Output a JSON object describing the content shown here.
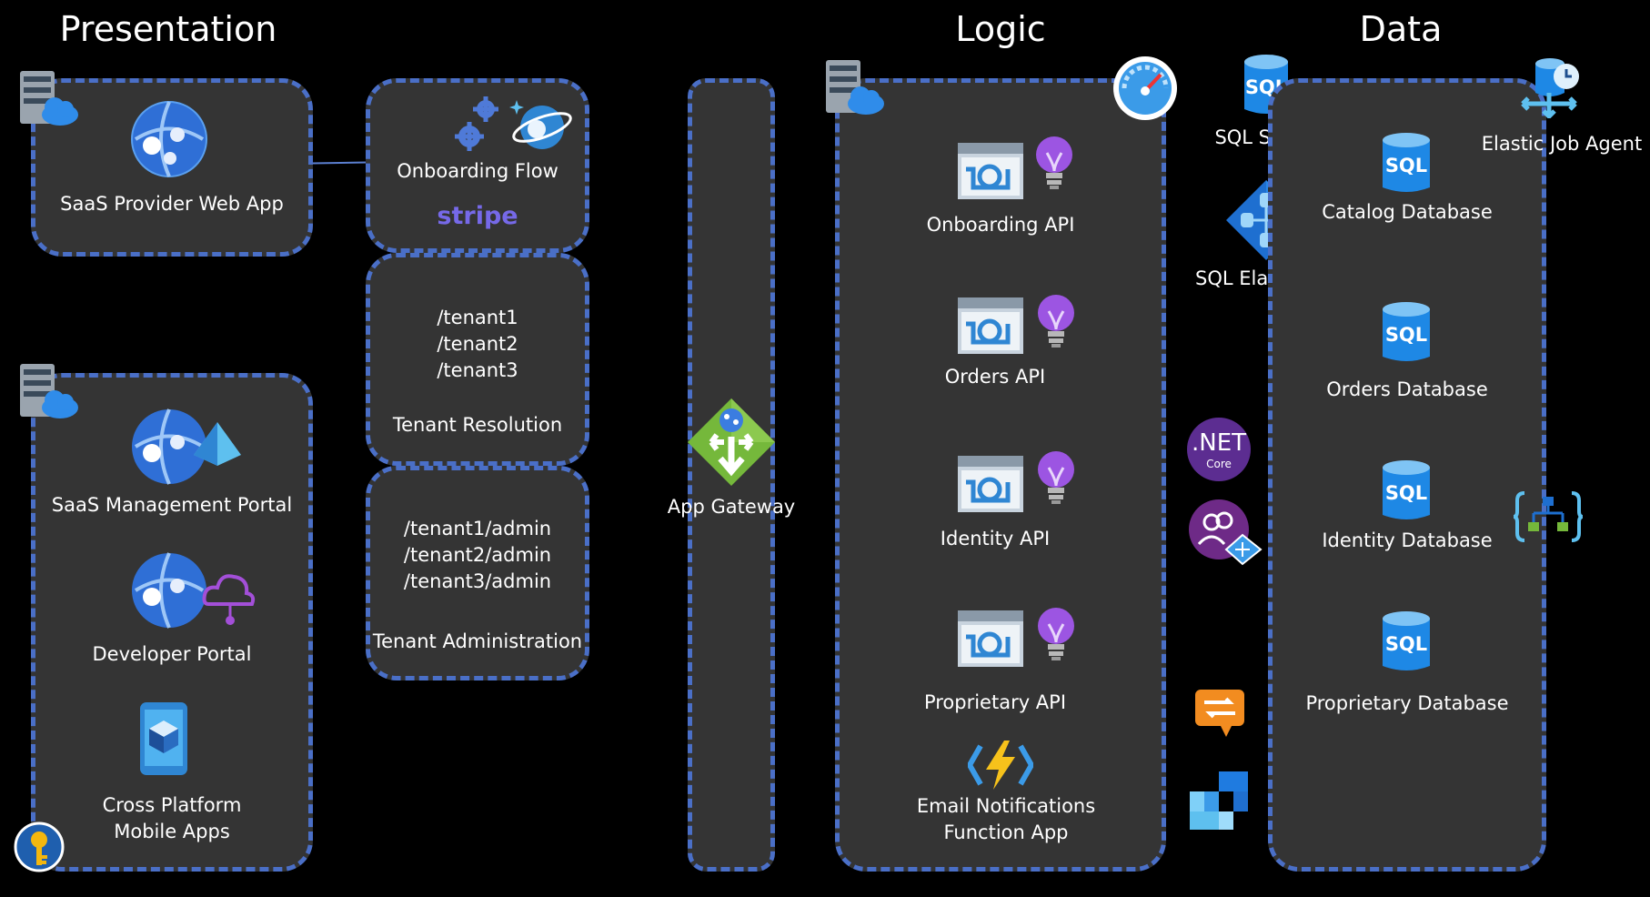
{
  "headers": {
    "presentation": "Presentation",
    "logic": "Logic",
    "data": "Data"
  },
  "presentation": {
    "web_app": "SaaS Provider Web App",
    "management_portal": "SaaS Management Portal",
    "developer_portal": "Developer Portal",
    "mobile_apps_line1": "Cross Platform",
    "mobile_apps_line2": "Mobile Apps"
  },
  "onboarding": {
    "label": "Onboarding Flow",
    "brand": "stripe"
  },
  "tenant_resolution": {
    "paths": [
      "/tenant1",
      "/tenant2",
      "/tenant3"
    ],
    "label": "Tenant Resolution"
  },
  "tenant_admin": {
    "paths": [
      "/tenant1/admin",
      "/tenant2/admin",
      "/tenant3/admin"
    ],
    "label": "Tenant Administration"
  },
  "gateway": {
    "label": "App Gateway"
  },
  "logic": {
    "apis": [
      "Onboarding API",
      "Orders API",
      "Identity API",
      "Proprietary API"
    ],
    "function_line1": "Email Notifications",
    "function_line2": "Function App"
  },
  "middle_icons": {
    "dotnet_main": ".NET",
    "dotnet_sub": "Core"
  },
  "data": {
    "sql_server": "SQL Server",
    "elastic_pool": "SQL Elastic Pool",
    "elastic_job_agent": "Elastic Job Agent",
    "sql_text": "SQL",
    "databases": [
      "Catalog Database",
      "Orders Database",
      "Identity Database",
      "Proprietary Database"
    ]
  },
  "colors": {
    "border": "#4a6fc7",
    "box_fill": "#343434",
    "stripe": "#7669e8",
    "background": "#000000"
  }
}
